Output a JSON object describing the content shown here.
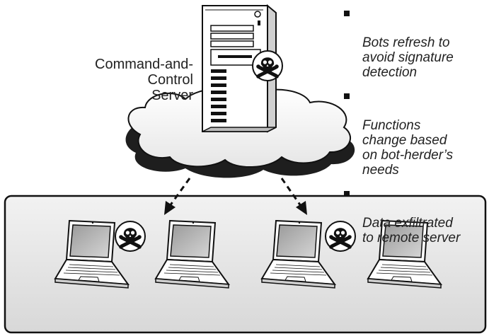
{
  "server_label": "Command-and-\nControl\nServer",
  "bullets": [
    "Bots refresh to\navoid signature\ndetection",
    "Functions\nchange based\non bot-herder’s\nneeds",
    "Data exfiltrated\nto remote server"
  ],
  "infected_laptops": [
    true,
    false,
    true,
    false
  ],
  "colors": {
    "ink": "#111111",
    "panel_fill": "#e4e4e4",
    "cloud_shadow": "#1e1e1e",
    "skull_badge": "skull-crossbones-icon"
  }
}
